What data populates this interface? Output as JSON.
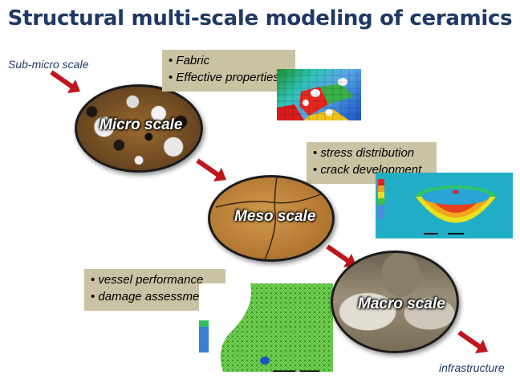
{
  "title": "Structural multi-scale modeling of ceramics",
  "notes": {
    "sub_micro": "Sub-micro scale",
    "infrastructure": "infrastructure"
  },
  "scales": {
    "micro": "Micro scale",
    "meso": "Meso scale",
    "macro": "Macro scale"
  },
  "bullets": {
    "micro": [
      "Fabric",
      "Effective properties"
    ],
    "meso": [
      "stress distribution",
      "crack development"
    ],
    "macro": [
      "vessel performance",
      "damage assessment"
    ]
  },
  "colors": {
    "title": "#1f3864",
    "arrow": "#c0141c",
    "box": "#c9c2a3"
  }
}
